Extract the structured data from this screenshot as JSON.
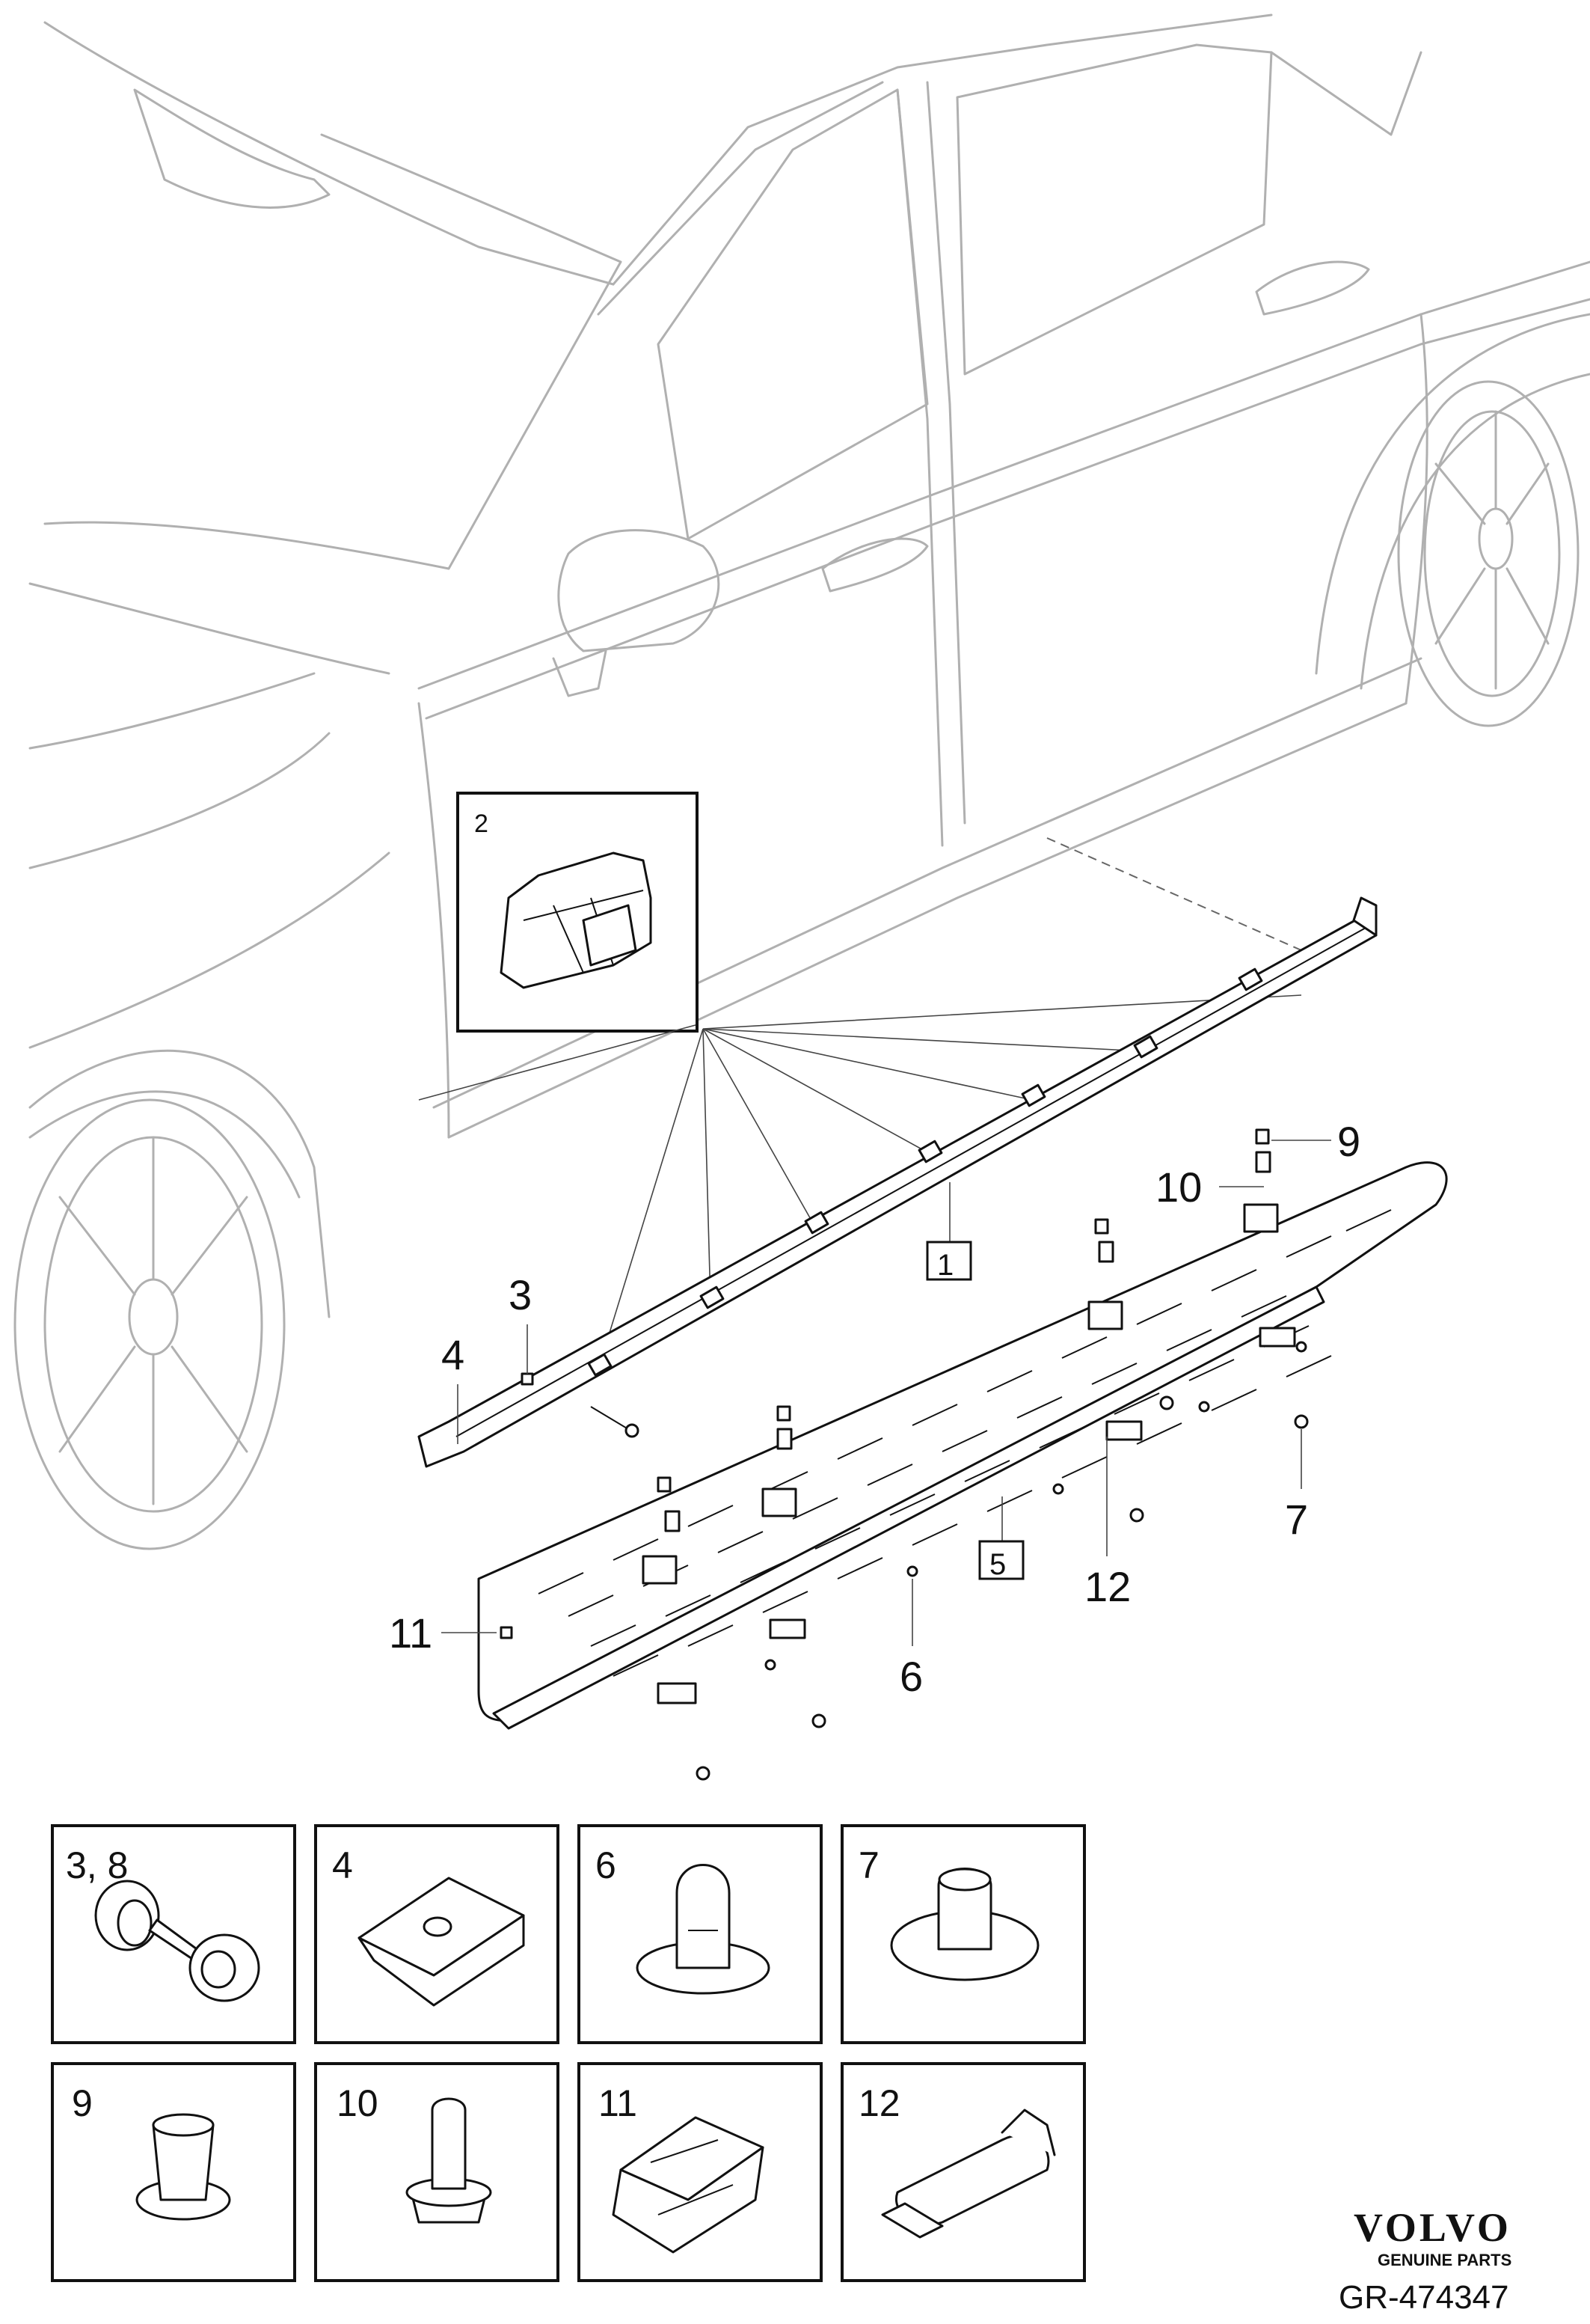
{
  "callouts": {
    "c1": "1",
    "c2": "2",
    "c3": "3",
    "c4": "4",
    "c5": "5",
    "c6": "6",
    "c7": "7",
    "c9": "9",
    "c10": "10",
    "c11": "11",
    "c12": "12"
  },
  "legend": [
    {
      "label": "3, 8"
    },
    {
      "label": "4"
    },
    {
      "label": "6"
    },
    {
      "label": "7"
    },
    {
      "label": "9"
    },
    {
      "label": "10"
    },
    {
      "label": "11"
    },
    {
      "label": "12"
    }
  ],
  "brand": {
    "name": "VOLVO",
    "tagline": "GENUINE PARTS",
    "code": "GR-474347"
  }
}
